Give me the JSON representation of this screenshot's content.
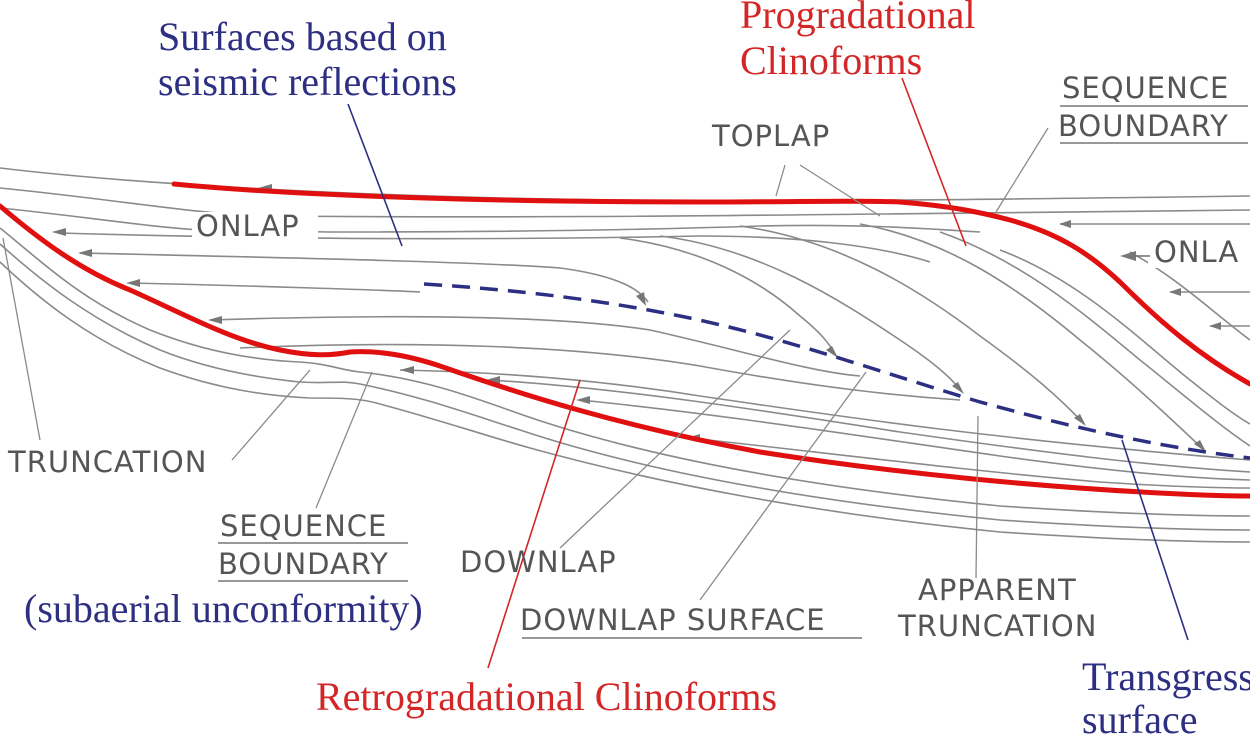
{
  "labels": {
    "surfaces_l1": "Surfaces based on",
    "surfaces_l2": "seismic reflections",
    "prog_l1": "Progradational",
    "prog_l2": "Clinoforms",
    "seq_top_l1": "SEQUENCE",
    "seq_top_l2": "BOUNDARY",
    "toplap": "TOPLAP",
    "onlap_left": "ONLAP",
    "onlap_right": "ONLA",
    "truncation": "TRUNCATION",
    "seq_bottom_l1": "SEQUENCE",
    "seq_bottom_l2": "BOUNDARY",
    "subaerial": "(subaerial unconformity)",
    "downlap": "DOWNLAP",
    "downlap_surface": "DOWNLAP SURFACE",
    "apparent_l1": "APPARENT",
    "apparent_l2": "TRUNCATION",
    "retro": "Retrogradational Clinoforms",
    "transgress_l1": "Transgress",
    "transgress_l2": "surface"
  },
  "colors": {
    "red": "#e01010",
    "blue": "#2d2f82",
    "gray": "#8a8a8a"
  }
}
